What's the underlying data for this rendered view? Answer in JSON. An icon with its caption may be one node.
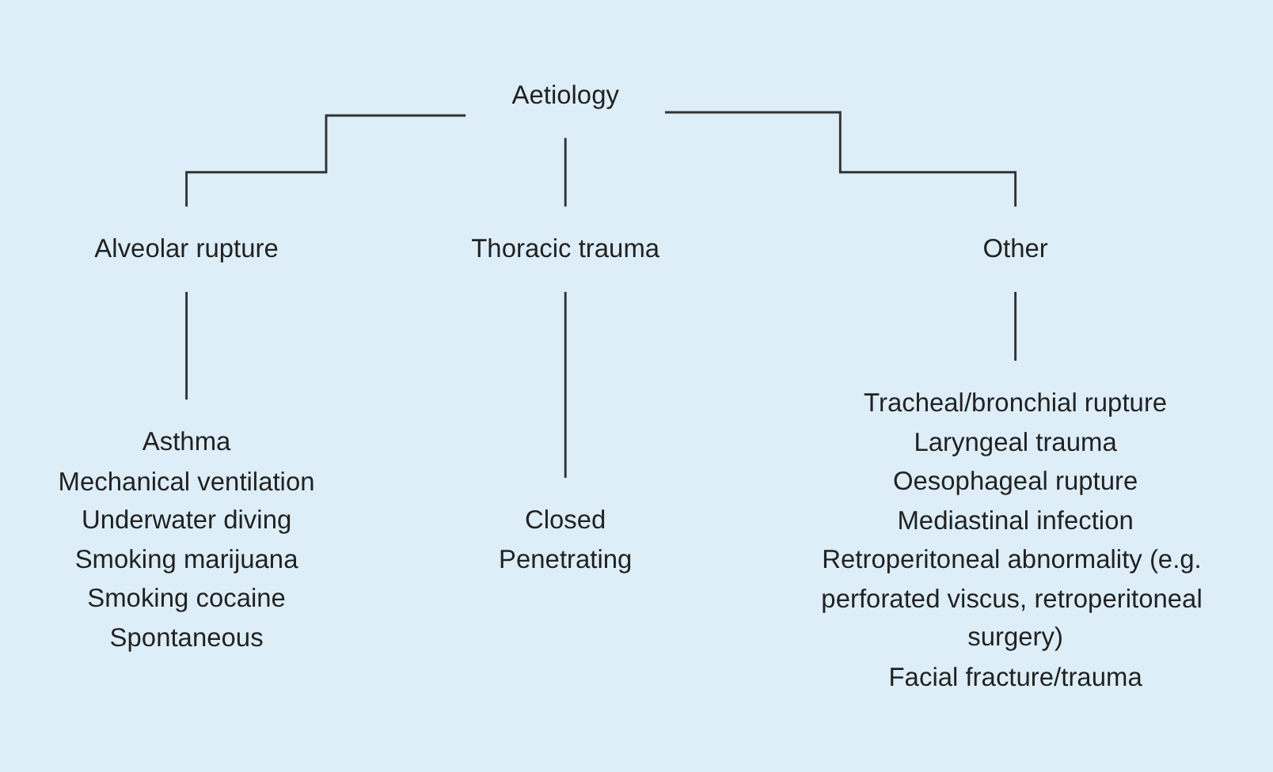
{
  "diagram": {
    "nodes": [
      {
        "text": [
          "Aetiology"
        ]
      },
      {
        "text": [
          "Alveolar rupture"
        ]
      },
      {
        "text": [
          "Thoracic trauma"
        ]
      },
      {
        "text": [
          "Other"
        ]
      },
      {
        "text": [
          "Asthma",
          "Mechanical ventilation",
          "Underwater diving",
          "Smoking marijuana",
          "Smoking cocaine",
          "Spontaneous"
        ]
      },
      {
        "text": [
          "Closed",
          "Penetrating"
        ]
      },
      {
        "text": [
          "Tracheal/bronchial rupture",
          "Laryngeal trauma",
          "Oesophageal rupture",
          "Mediastinal infection",
          "Retroperitoneal abnormality (e.g. perforated viscus, retroperitoneal surgery)",
          "Facial fracture/trauma"
        ]
      }
    ],
    "edges": [
      {
        "from": 0,
        "to": 1,
        "arrow": "none"
      },
      {
        "from": 0,
        "to": 2,
        "arrow": "none"
      },
      {
        "from": 0,
        "to": 3,
        "arrow": "none"
      },
      {
        "from": 1,
        "to": 4,
        "arrow": "none"
      },
      {
        "from": 2,
        "to": 5,
        "arrow": "none"
      },
      {
        "from": 3,
        "to": 6,
        "arrow": "none"
      }
    ]
  }
}
